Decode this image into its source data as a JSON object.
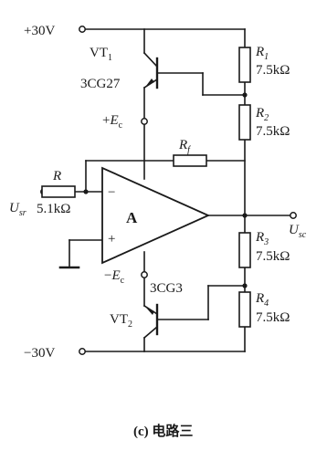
{
  "supply": {
    "positive": "+30V",
    "negative": "−30V"
  },
  "transistors": {
    "vt1": {
      "label": "VT",
      "sub": "1",
      "model": "3CG27"
    },
    "vt2": {
      "label": "VT",
      "sub": "2",
      "model": "3CG3"
    }
  },
  "opamp": {
    "label": "A",
    "minus": "−",
    "plus": "+",
    "vpos": {
      "sign": "+",
      "letter": "E",
      "sub": "c"
    },
    "vneg": {
      "sign": "−",
      "letter": "E",
      "sub": "c"
    }
  },
  "resistors": {
    "r_in": {
      "letter": "R",
      "sub": "",
      "value": "5.1kΩ"
    },
    "rf": {
      "letter": "R",
      "sub": "f",
      "value": ""
    },
    "r1": {
      "letter": "R",
      "sub": "1",
      "value": "7.5kΩ"
    },
    "r2": {
      "letter": "R",
      "sub": "2",
      "value": "7.5kΩ"
    },
    "r3": {
      "letter": "R",
      "sub": "3",
      "value": "7.5kΩ"
    },
    "r4": {
      "letter": "R",
      "sub": "4",
      "value": "7.5kΩ"
    }
  },
  "signals": {
    "input": {
      "letter": "U",
      "sub": "sr"
    },
    "output": {
      "letter": "U",
      "sub": "sc"
    }
  },
  "caption": "(c) 电路三"
}
